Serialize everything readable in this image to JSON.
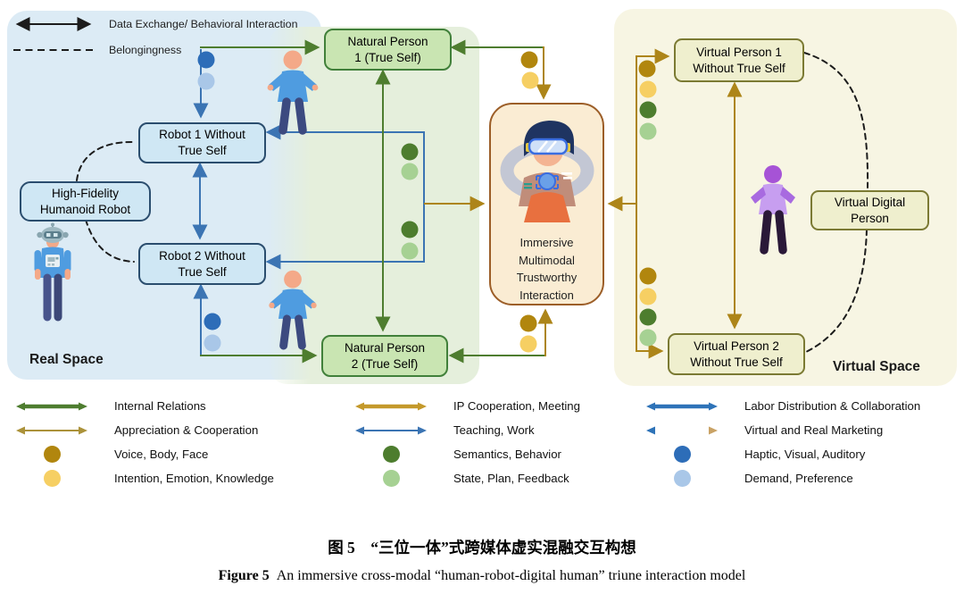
{
  "top_legend": {
    "solid_label": "Data Exchange/ Behavioral Interaction",
    "dashed_label": "Belongingness"
  },
  "regions": {
    "real": "Real Space",
    "virtual": "Virtual Space"
  },
  "boxes": {
    "robot1": "Robot 1 Without\nTrue Self",
    "robot2": "Robot 2 Without\nTrue Self",
    "hf": "High-Fidelity\nHumanoid Robot",
    "np1": "Natural Person\n1 (True Self)",
    "np2": "Natural Person\n2 (True Self)",
    "vp1": "Virtual Person 1\nWithout True Self",
    "vp2": "Virtual Person 2\nWithout True Self",
    "vdp": "Virtual Digital\nPerson",
    "center": "Immersive\nMultimodal\nTrustworthy\nInteraction"
  },
  "bottom_legend": {
    "col1": [
      {
        "kind": "arrow",
        "label": "Internal Relations"
      },
      {
        "kind": "arrow",
        "label": "Appreciation & Cooperation"
      },
      {
        "kind": "dot",
        "label": "Voice, Body, Face"
      },
      {
        "kind": "dot",
        "label": "Intention, Emotion, Knowledge"
      }
    ],
    "col2": [
      {
        "kind": "arrow",
        "label": "IP Cooperation, Meeting"
      },
      {
        "kind": "arrow",
        "label": "Teaching, Work"
      },
      {
        "kind": "dot",
        "label": "Semantics, Behavior"
      },
      {
        "kind": "dot",
        "label": "State, Plan, Feedback"
      }
    ],
    "col3": [
      {
        "kind": "arrow",
        "label": "Labor Distribution & Collaboration"
      },
      {
        "kind": "arrow",
        "label": "Virtual and Real Marketing"
      },
      {
        "kind": "dot",
        "label": "Haptic, Visual, Auditory"
      },
      {
        "kind": "dot",
        "label": "Demand, Preference"
      }
    ]
  },
  "caption": {
    "zh": "图 5　“三位一体”式跨媒体虚实混融交互构想",
    "en_label": "Figure 5",
    "en_text": "An immersive cross-modal “human-robot-digital human” triune interaction model"
  },
  "colors": {
    "c-green": "#4e7d2f",
    "c-blue": "#3b74b3",
    "c-gold": "#ad8519",
    "c-black": "#1c1c1c",
    "c-thick-gold": "#c4992b",
    "c-thin-olive": "#ab923a",
    "c-thick-blue": "#2e73b8",
    "c-tan": "#c9a265",
    "dot-dark-yellow": "#b1860e",
    "dot-light-yellow": "#f6cf63",
    "dot-dark-green": "#4d7d2e",
    "dot-light-green": "#a6d193",
    "dot-dark-blue": "#2d6db8",
    "dot-light-blue": "#a9c7e8",
    "region-real": "#dcebf5",
    "region-green": "#e5efdc",
    "region-virtual": "#f7f5e3",
    "box-robot-bg": "#cfe7f4",
    "box-robot-border": "#2a4d6e",
    "box-natural-bg": "#c9e5b2",
    "box-natural-border": "#41803a",
    "box-virtual-bg": "#efefce",
    "box-virtual-border": "#7b7a33",
    "box-center-bg": "#faecd3",
    "box-center-border": "#9c5e28"
  }
}
